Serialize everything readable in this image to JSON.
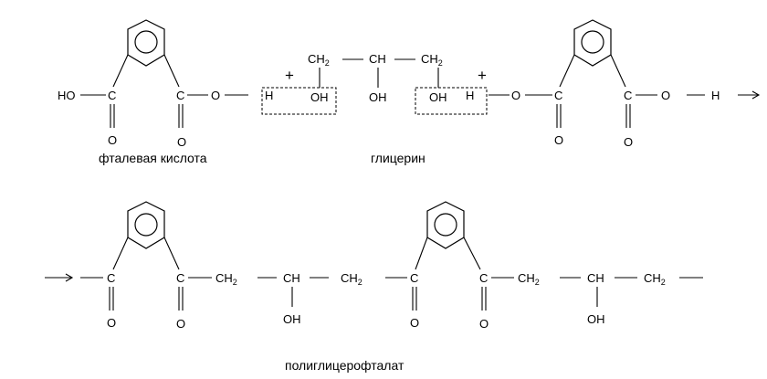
{
  "atoms": {
    "ho": "HO",
    "c": "C",
    "o": "O",
    "h": "H",
    "ch2": "CH",
    "ch": "CH",
    "oh": "OH",
    "sub2": "2",
    "plus": "+"
  },
  "captions": {
    "phthalic_acid": "фталевая кислота",
    "glycerol": "глицерин",
    "polymer": "полиглицерофталат"
  }
}
